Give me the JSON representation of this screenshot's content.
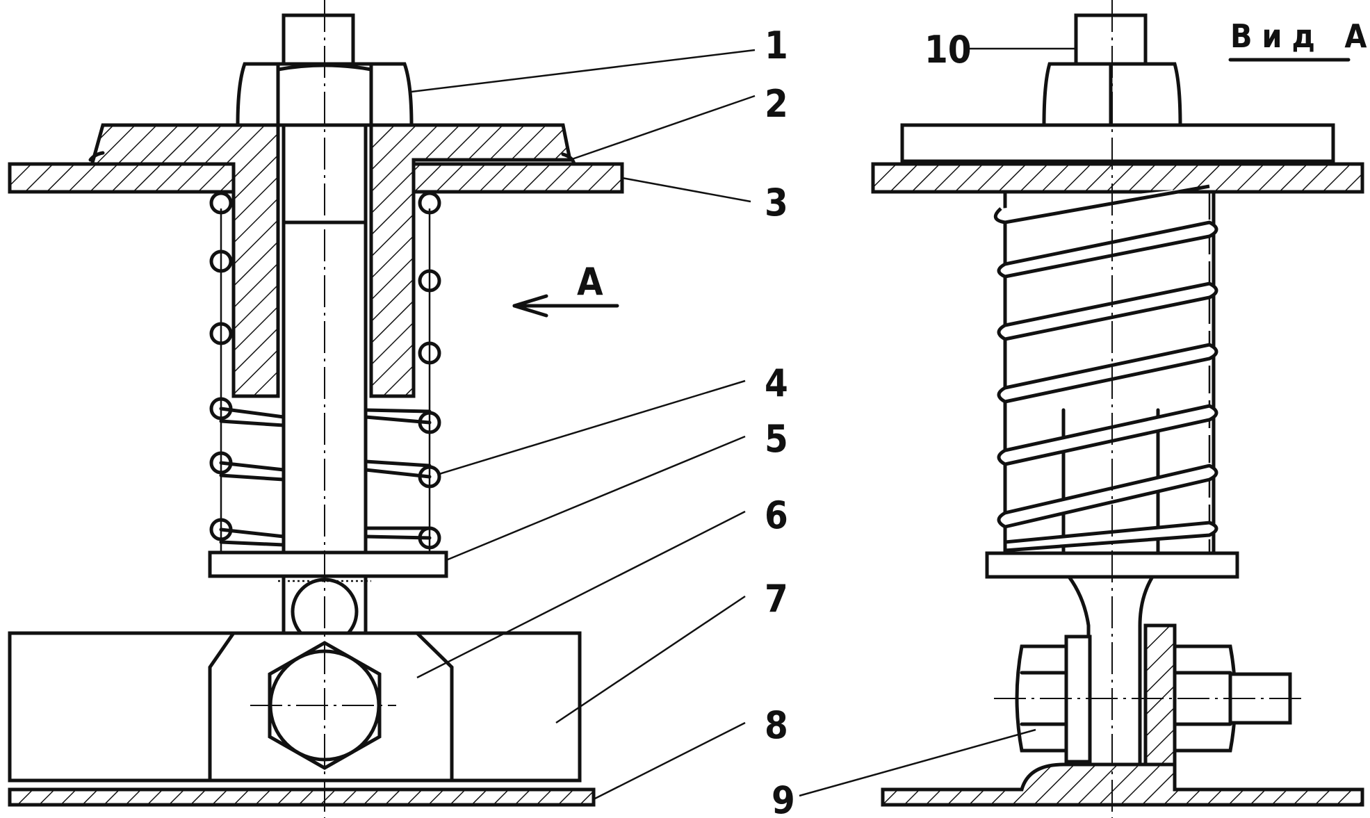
{
  "labels": {
    "l1": "1",
    "l2": "2",
    "l3": "3",
    "l4": "4",
    "l5": "5",
    "l6": "6",
    "l7": "7",
    "l8": "8",
    "l9": "9",
    "l10": "10",
    "arrow_a": "А",
    "view_title": "Вид А"
  },
  "colors": {
    "ink": "#111111",
    "paper": "#ffffff"
  }
}
